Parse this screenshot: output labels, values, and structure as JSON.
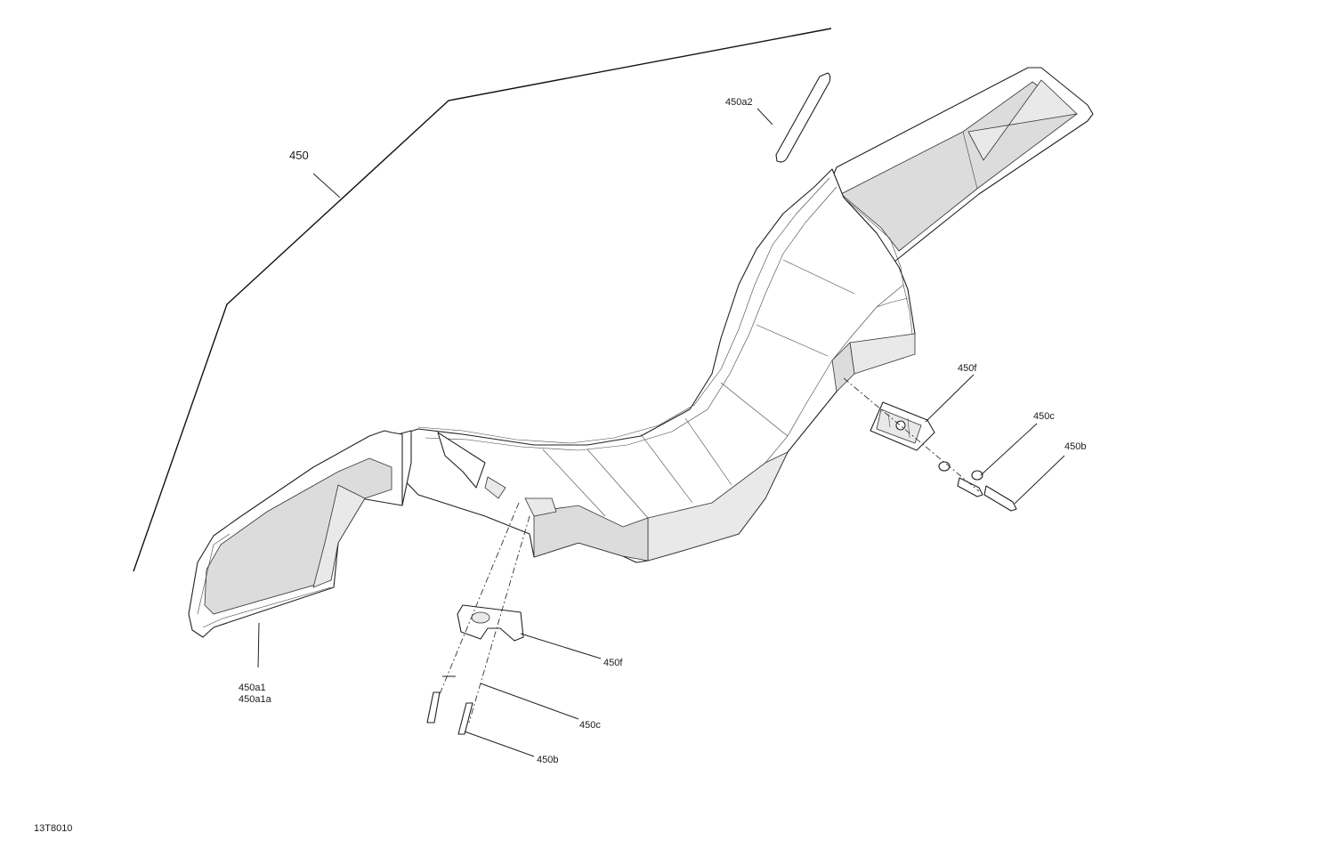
{
  "figure_id": "13T8010",
  "labels": {
    "main_assembly": "450",
    "pad_insert": "450a2",
    "side_pad": "450a1",
    "side_pad_alt": "450a1a",
    "clamp_right": "450f",
    "washer_right": "450c",
    "bolt_right": "450b",
    "clamp_left": "450f",
    "washer_left": "450c",
    "bolt_left": "450b"
  }
}
